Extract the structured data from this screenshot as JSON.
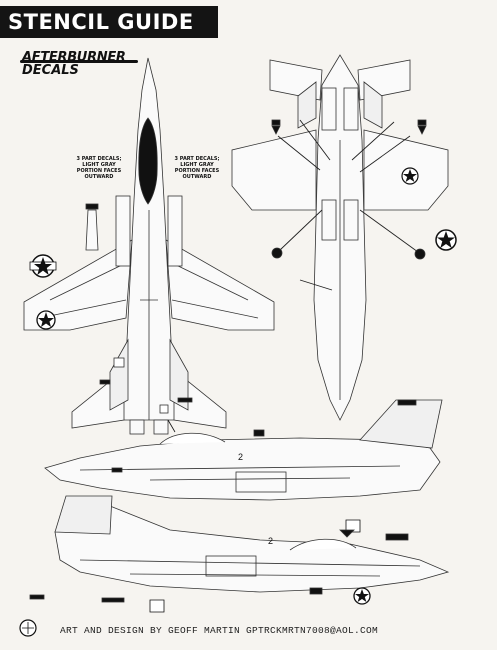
{
  "header": {
    "title": "STENCIL GUIDE"
  },
  "logo": {
    "line1": "AFTERBURNER",
    "line2": "DECALS"
  },
  "notes": {
    "left": "3 PART DECALS; LIGHT GRAY PORTION FACES OUTWARD",
    "right": "3 PART DECALS; LIGHT GRAY PORTION FACES OUTWARD"
  },
  "callouts": {
    "marker_a": "2",
    "marker_b": "2"
  },
  "footer": {
    "credit": "ART AND DESIGN BY GEOFF MARTIN GPTRCKMRTN7008@AOL.COM"
  },
  "colors": {
    "ink": "#141414",
    "paper": "#f6f4f0",
    "line": "#333333"
  }
}
